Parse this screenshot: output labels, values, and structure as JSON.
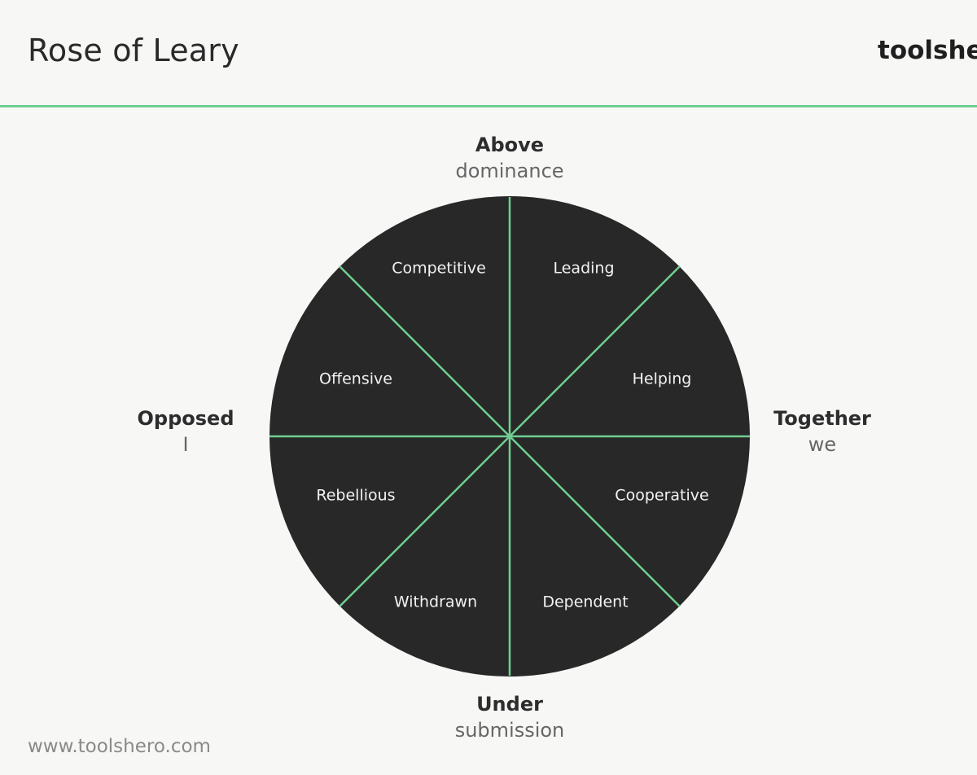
{
  "header": {
    "title": "Rose of Leary",
    "brand": "toolshero"
  },
  "axes": {
    "top": {
      "main": "Above",
      "sub": "dominance"
    },
    "bottom": {
      "main": "Under",
      "sub": "submission"
    },
    "left": {
      "main": "Opposed",
      "sub": "I"
    },
    "right": {
      "main": "Together",
      "sub": "we"
    }
  },
  "segments": [
    {
      "label": "Leading"
    },
    {
      "label": "Helping"
    },
    {
      "label": "Cooperative"
    },
    {
      "label": "Dependent"
    },
    {
      "label": "Withdrawn"
    },
    {
      "label": "Rebellious"
    },
    {
      "label": "Offensive"
    },
    {
      "label": "Competitive"
    }
  ],
  "colors": {
    "circle_fill": "#282828",
    "divider": "#6fcf8f",
    "accent": "#6fcf8f"
  },
  "footer": {
    "url": "www.toolshero.com"
  }
}
